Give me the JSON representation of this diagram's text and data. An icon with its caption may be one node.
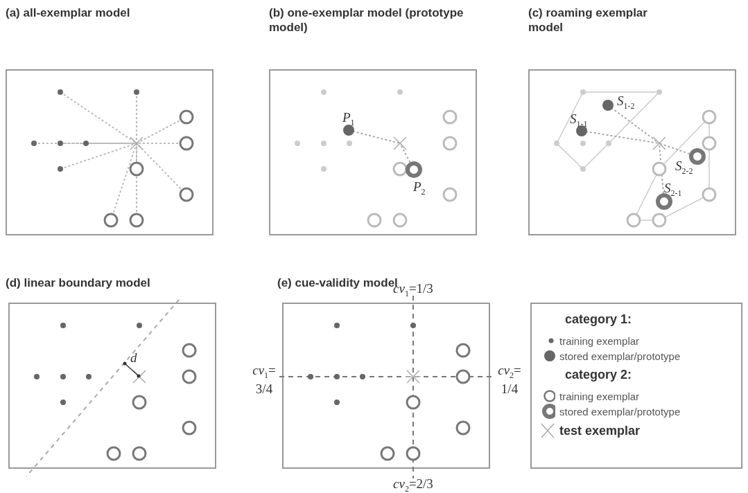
{
  "diagram": {
    "nodes": [
      {
        "text": [
          "(a) all-exemplar model"
        ]
      },
      {
        "text": [
          "(b) one-exemplar model (prototype model)"
        ]
      },
      {
        "text": [
          "(c) roaming exemplar model"
        ]
      },
      {
        "text": [
          "(d) linear boundary model"
        ]
      },
      {
        "text": [
          "(e) cue-validity model"
        ]
      }
    ],
    "labels": [
      "*P*$_{1}$",
      "*P*$_{2}$",
      "*S*$_{1-2}$",
      "*S*$_{1-1}$",
      "*S*$_{2-2}$",
      "*S*$_{2-1}$",
      "*d*",
      "*cv*$_{1}$=1/3",
      "*cv*$_{1}$= 3/4",
      "*cv*$_{2}$= 1/4",
      "*cv*$_{2}$=2/3"
    ],
    "legend": [
      {
        "text": "category 1:"
      },
      {
        "text": "training exemplar"
      },
      {
        "text": "stored exemplar/prototype"
      },
      {
        "text": "category 2:"
      },
      {
        "text": "training exemplar"
      },
      {
        "text": "stored exemplar/prototype"
      },
      {
        "text": "test exemplar"
      }
    ]
  }
}
